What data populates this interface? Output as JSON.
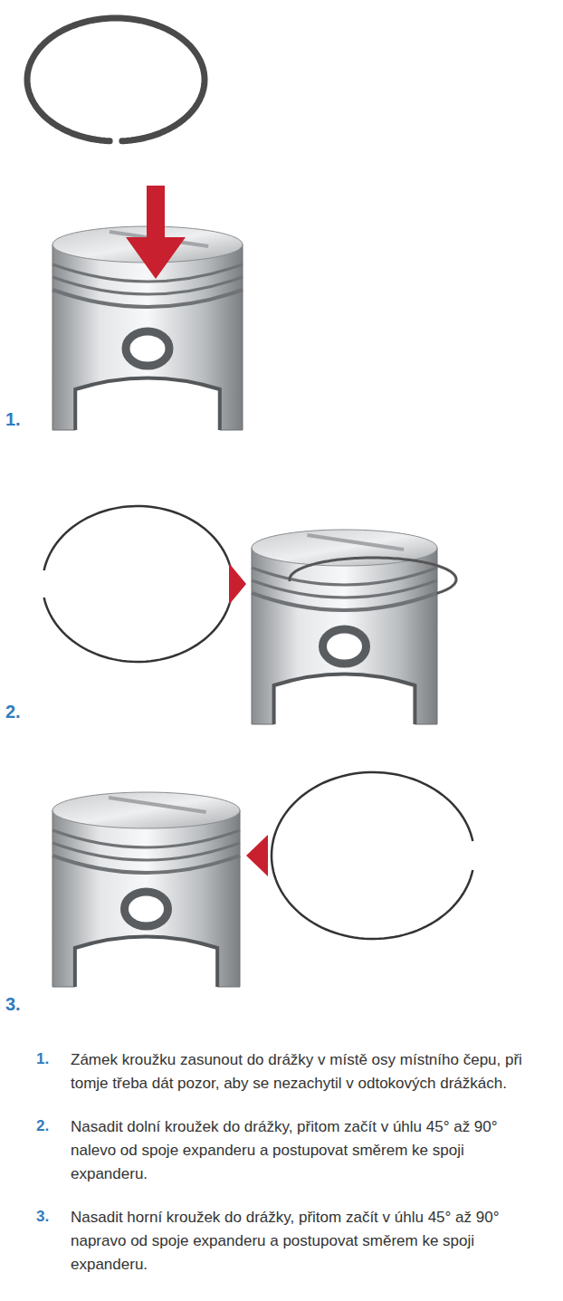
{
  "diagram": {
    "labels": [
      "1.",
      "2.",
      "3.",
      "1.",
      "Zámek kroužku zasunout do drážky v místě osy místního čepu, při tomje třeba dát pozor, aby se nezachytil v odtokových drážkách.",
      "2.",
      "Nasadit dolní kroužek do drážky, přitom začít v úhlu 45° až 90° nalevo od spoje expanderu a postupovat směrem ke spoji expanderu.",
      "3.",
      "Nasadit horní kroužek do drážky, přitom začít v úhlu 45° až 90° napravo od spoje expanderu a postupovat směrem ke spoji expanderu."
    ]
  }
}
